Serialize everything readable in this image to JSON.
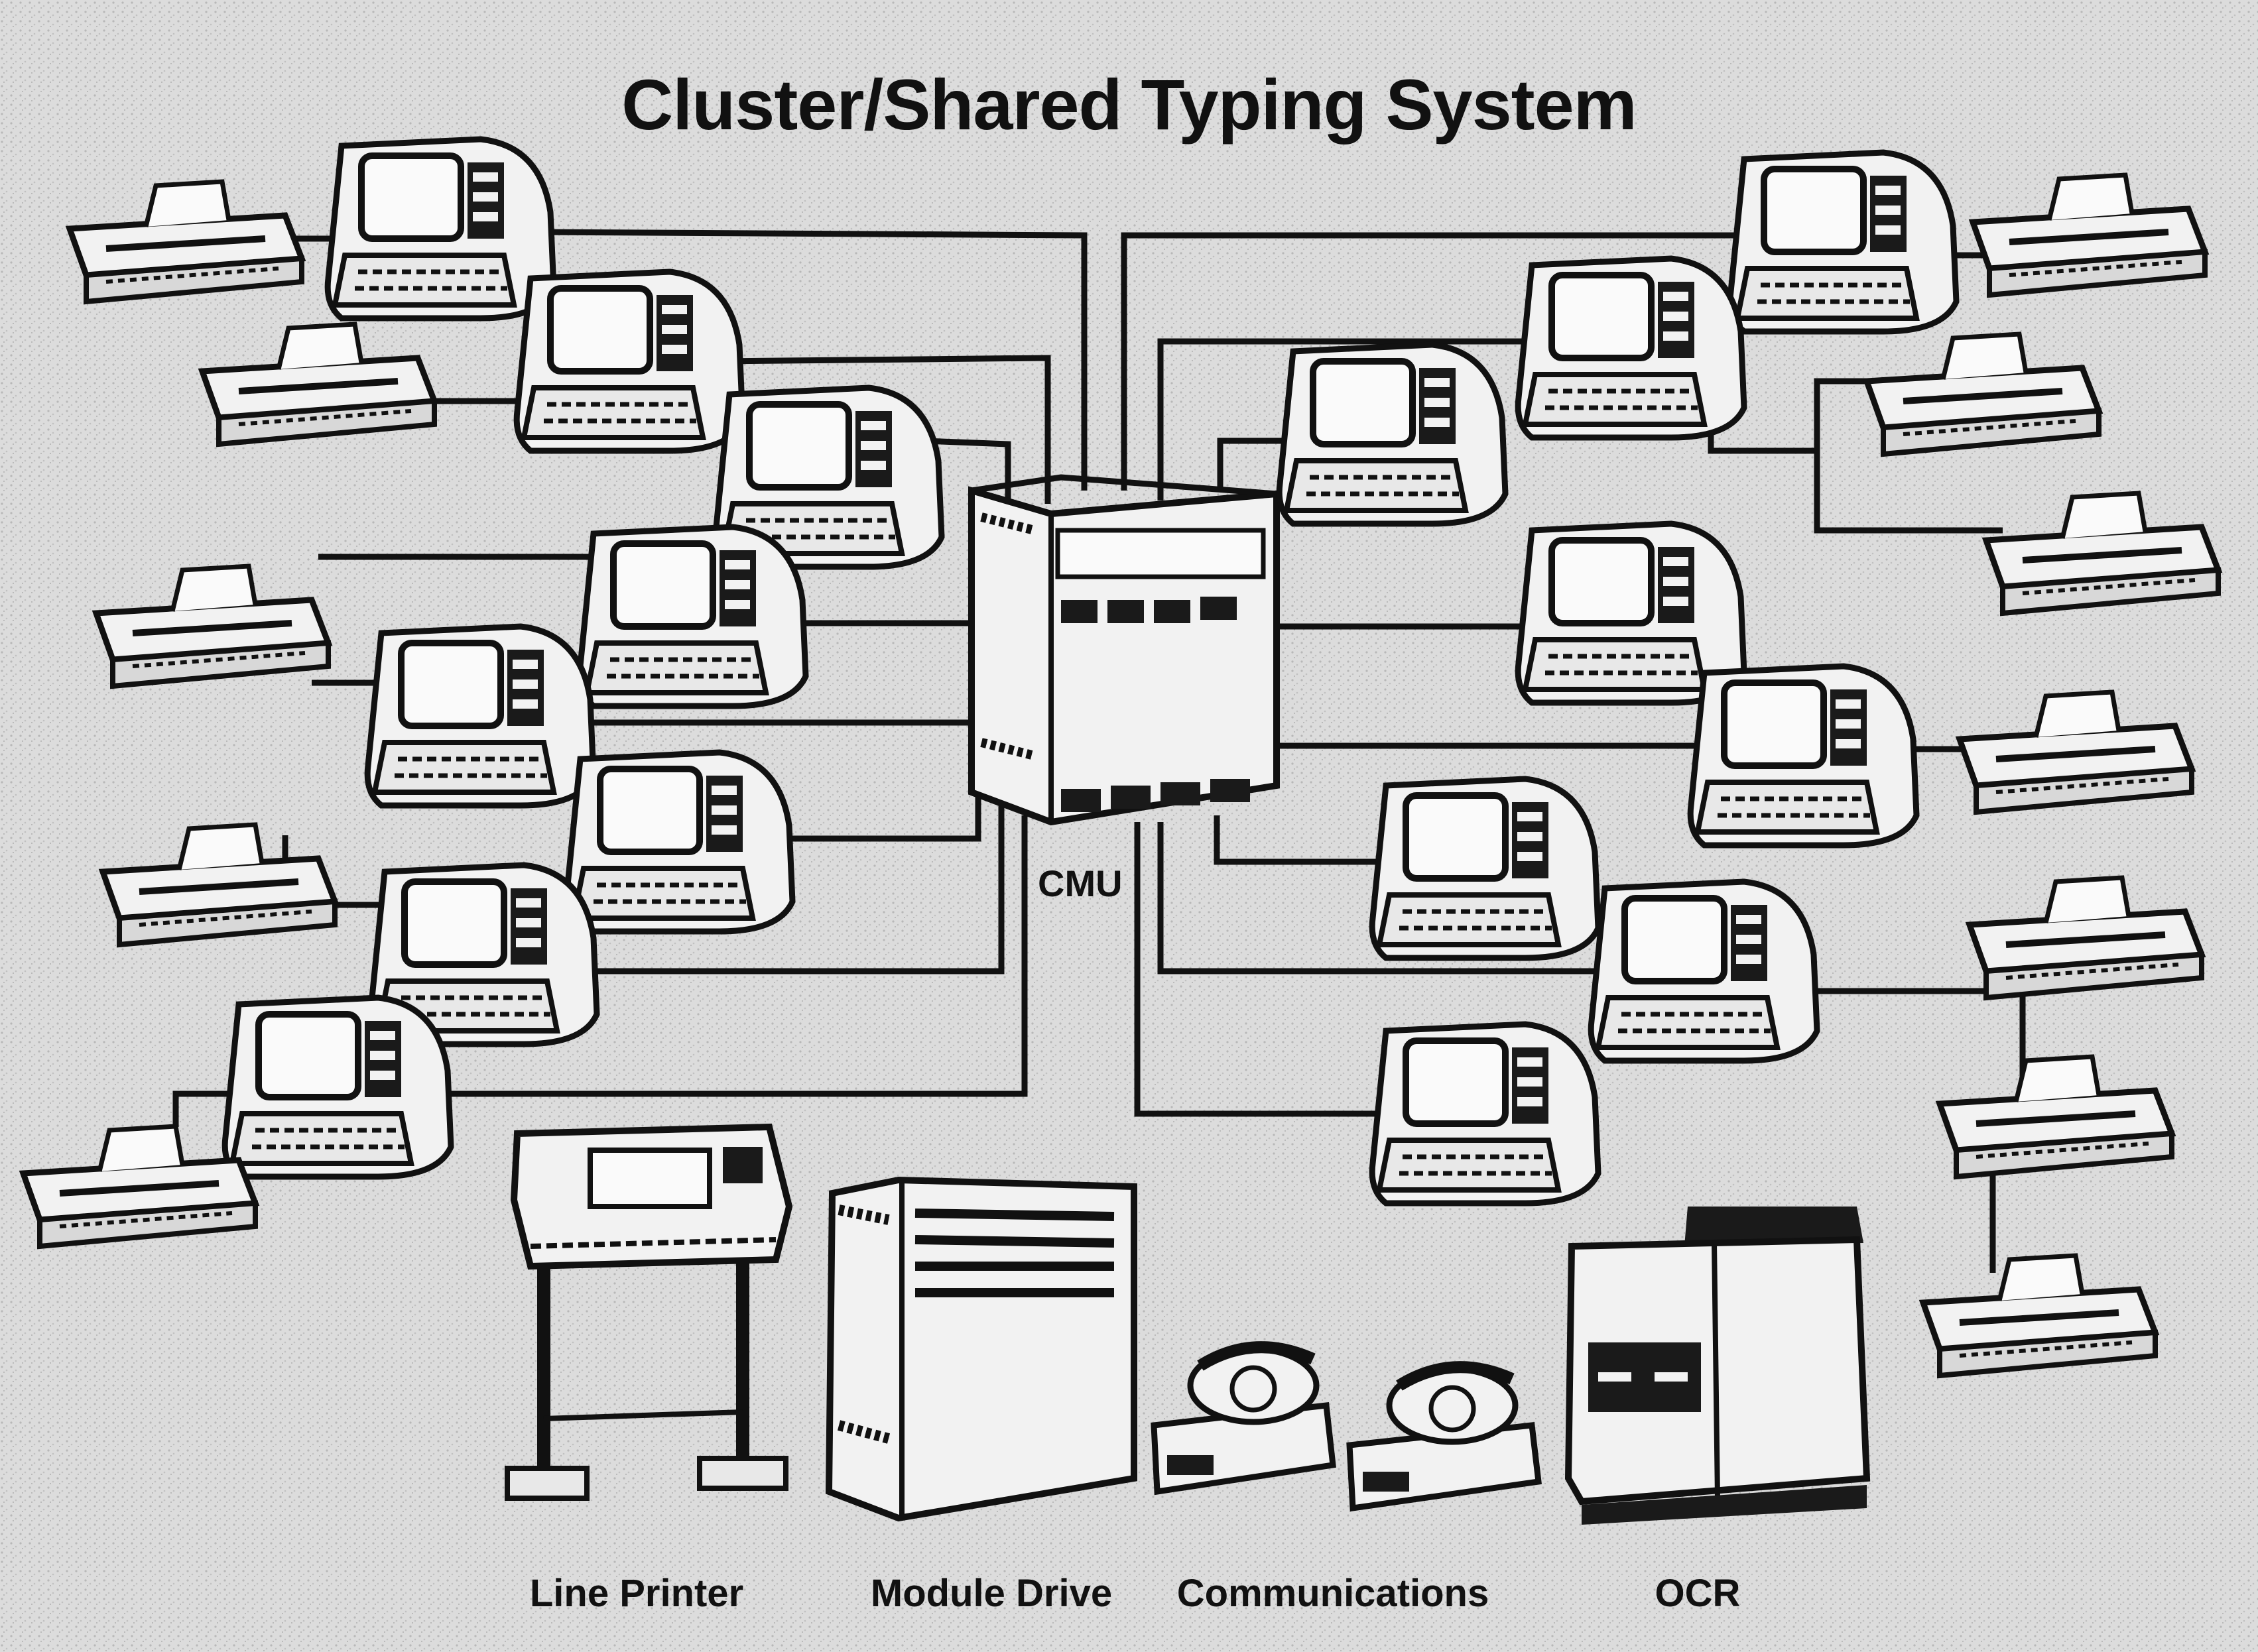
{
  "title": "Cluster/Shared Typing System",
  "hub_label": "CMU",
  "peripherals": [
    {
      "id": "line-printer",
      "label": "Line Printer"
    },
    {
      "id": "module-drive",
      "label": "Module Drive"
    },
    {
      "id": "communications",
      "label": "Communications"
    },
    {
      "id": "ocr",
      "label": "OCR"
    }
  ],
  "colors": {
    "background": "#dcdcdc",
    "ink": "#111111",
    "device_fill": "#f2f2f2",
    "panel": "#1a1a1a"
  }
}
